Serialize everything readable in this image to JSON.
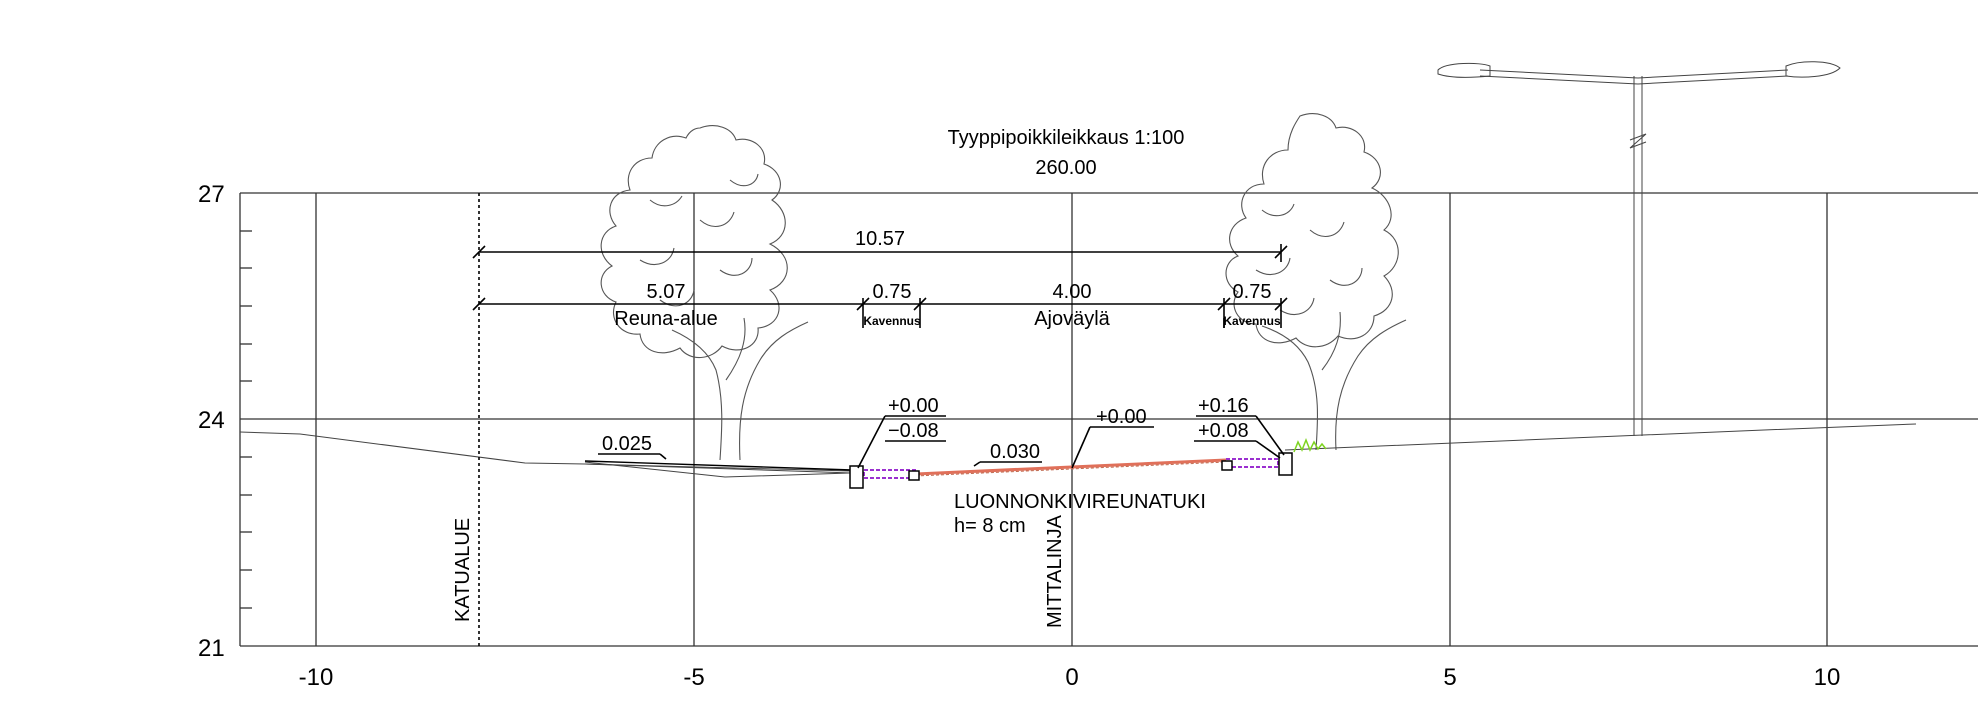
{
  "title": "Tyyppipoikkileikkaus  1:100",
  "station": "260.00",
  "y_axis": {
    "ticks": [
      "27",
      "24",
      "21"
    ]
  },
  "x_axis": {
    "ticks": [
      "-10",
      "-5",
      "0",
      "5",
      "10"
    ]
  },
  "dimensions": {
    "total": "10.57",
    "reuna_width": "5.07",
    "reuna_name": "Reuna-alue",
    "kavennus_left_width": "0.75",
    "kavennus_left_name": "Kavennus",
    "ajovayla_width": "4.00",
    "ajovayla_name": "Ajoväylä",
    "kavennus_right_width": "0.75",
    "kavennus_right_name": "Kavennus"
  },
  "elevations": {
    "left_top": "+0.00",
    "left_bottom": "−0.08",
    "center": "+0.00",
    "right_top": "+0.16",
    "right_bottom": "+0.08"
  },
  "slopes": {
    "left": "0.025",
    "center": "0.030"
  },
  "notes": {
    "curb_type": "LUONNONKIVIREUNATUKI",
    "curb_height": "h=  8  cm"
  },
  "vertical_labels": {
    "katualue": "KATUALUE",
    "mittalinja": "MITTALINJA"
  },
  "colors": {
    "paving_stripe": "#9b30d0",
    "asphalt_line": "#e0705a",
    "grass": "#7ed321"
  }
}
